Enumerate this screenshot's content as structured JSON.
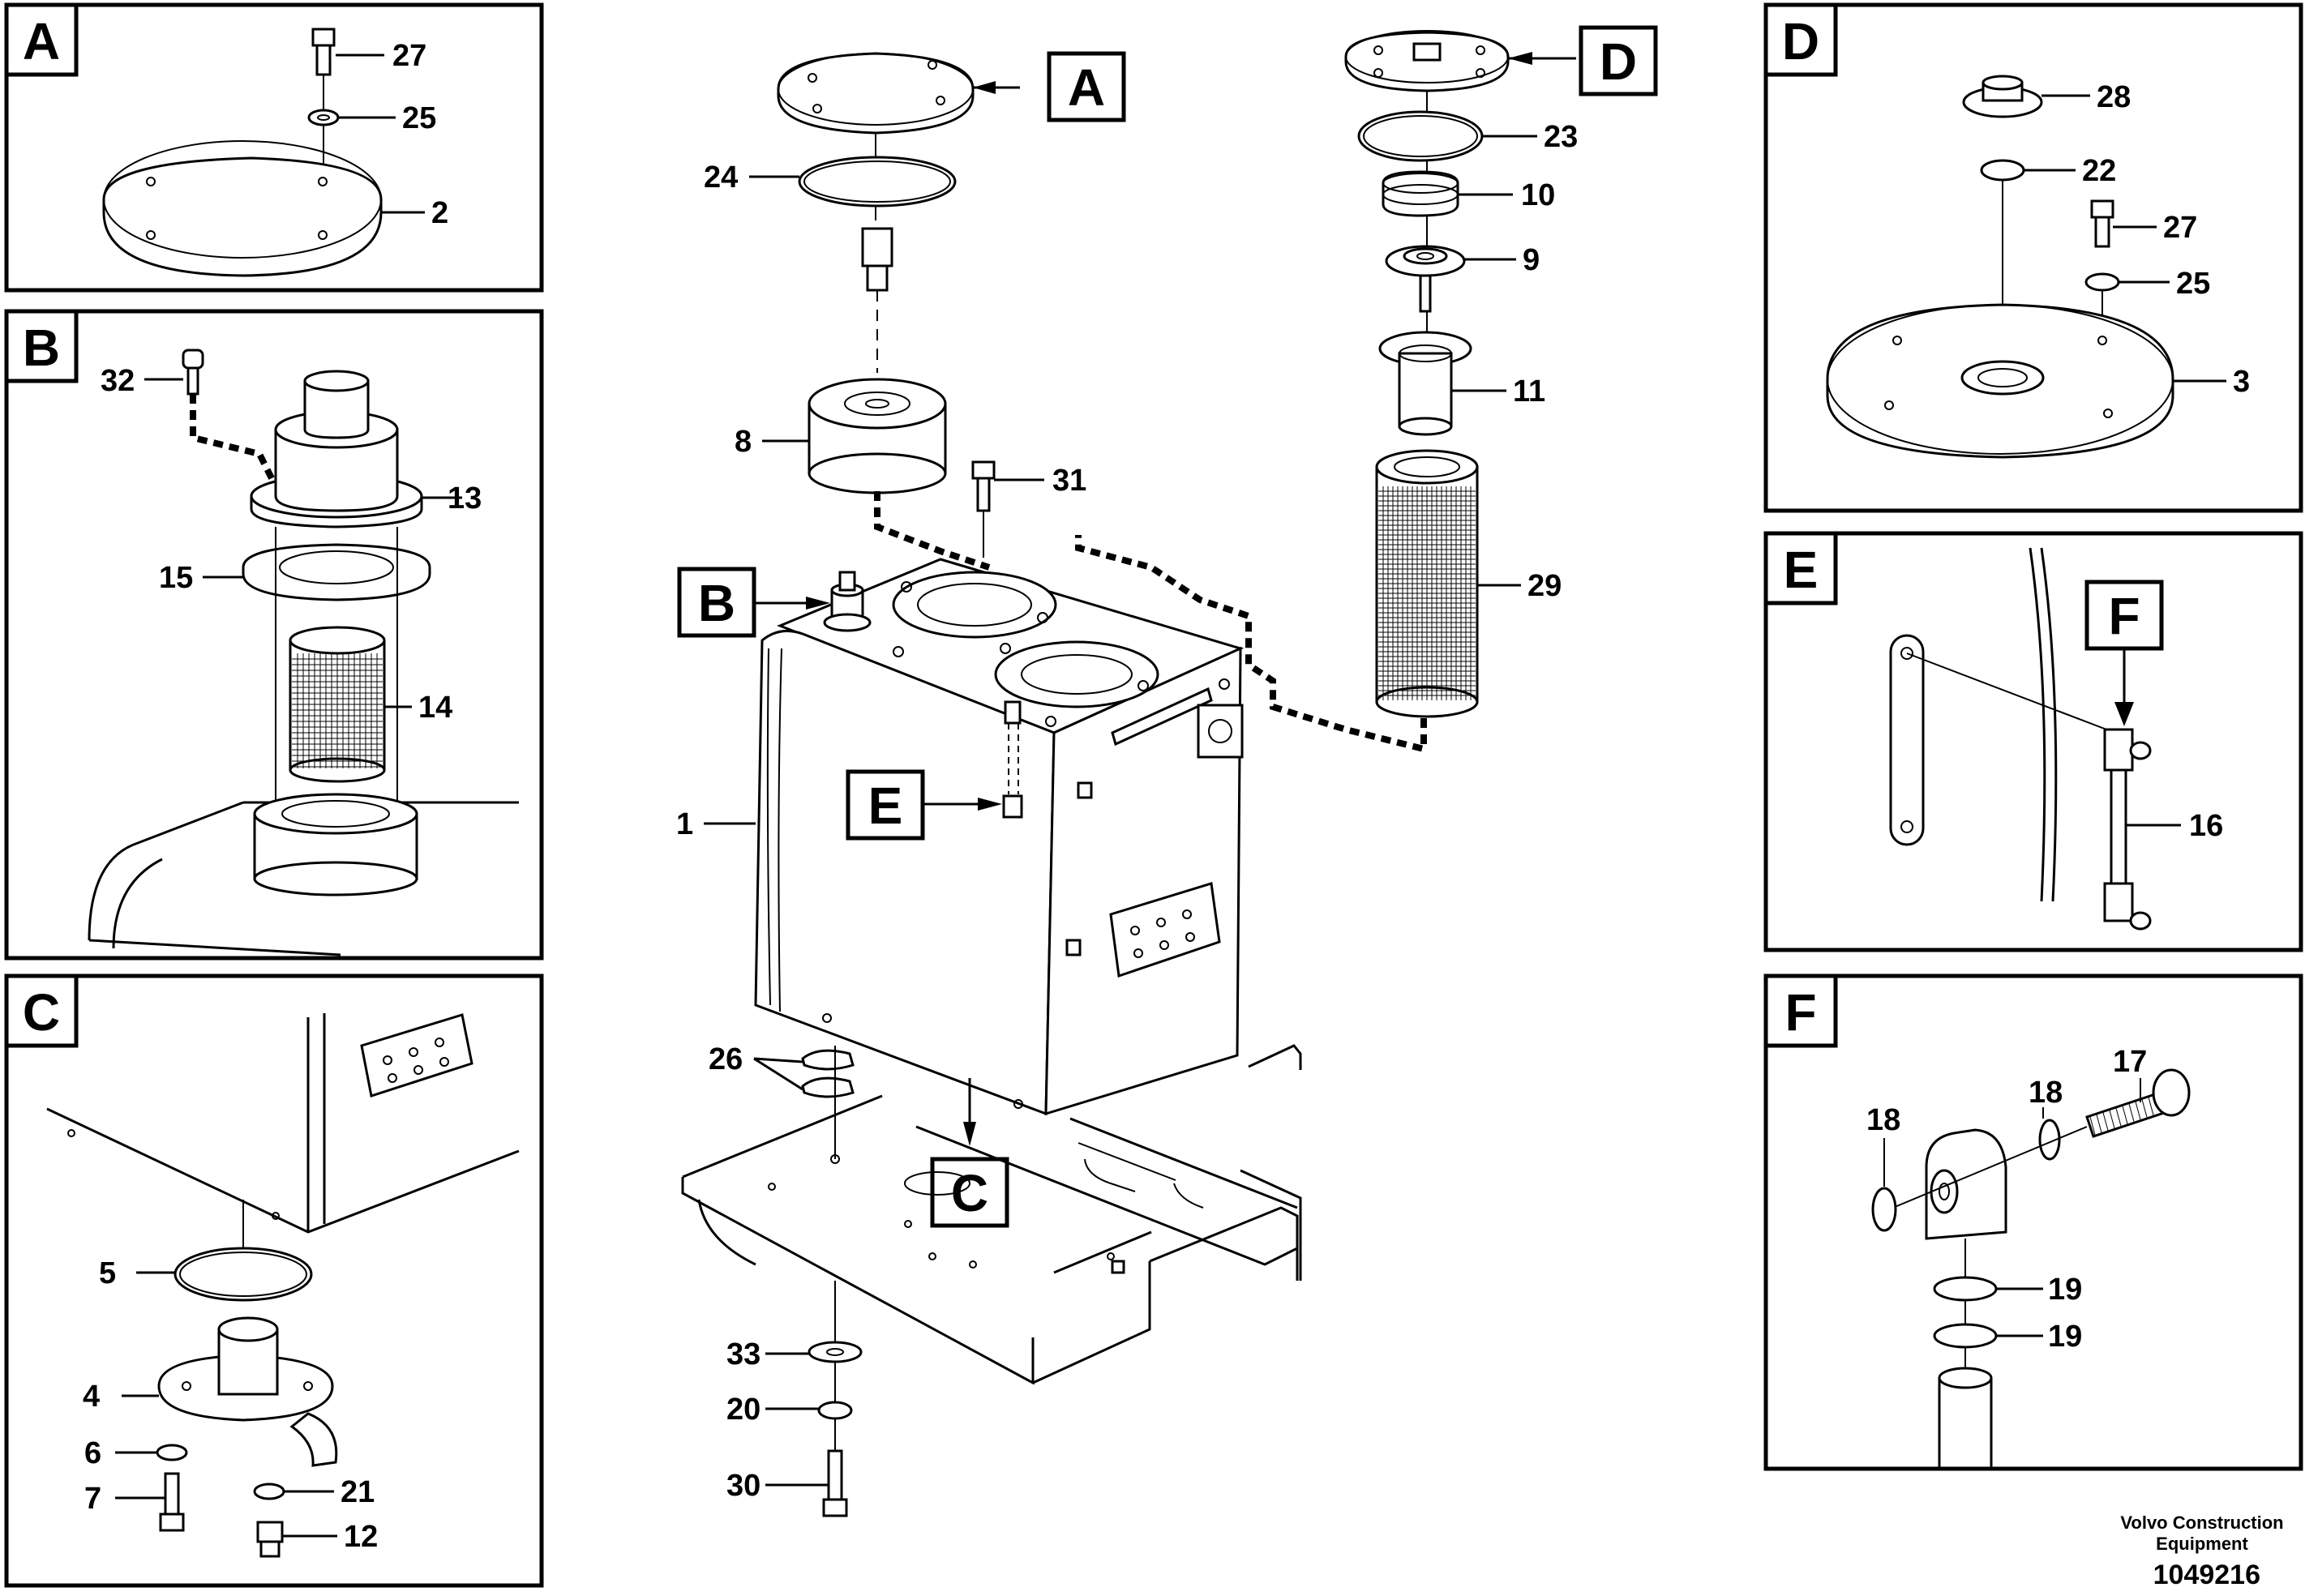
{
  "panels": {
    "A": {
      "tag": "A",
      "labels": [
        "27",
        "25",
        "2"
      ]
    },
    "B": {
      "tag": "B",
      "labels": [
        "32",
        "13",
        "15",
        "14"
      ]
    },
    "C": {
      "tag": "C",
      "labels": [
        "5",
        "4",
        "6",
        "7",
        "21",
        "12"
      ]
    },
    "D": {
      "tag": "D",
      "labels": [
        "28",
        "22",
        "27",
        "25",
        "3"
      ]
    },
    "E": {
      "tag": "E",
      "inner_tag": "F",
      "labels": [
        "16"
      ]
    },
    "F": {
      "tag": "F",
      "labels": [
        "17",
        "18",
        "18",
        "19",
        "19"
      ]
    }
  },
  "main": {
    "callouts": [
      "A",
      "D",
      "B",
      "E",
      "C"
    ],
    "labels": [
      "24",
      "8",
      "31",
      "23",
      "10",
      "9",
      "11",
      "29",
      "1",
      "26",
      "33",
      "20",
      "30"
    ]
  },
  "footer": {
    "line1": "Volvo Construction",
    "line2": "Equipment",
    "id": "1049216"
  }
}
